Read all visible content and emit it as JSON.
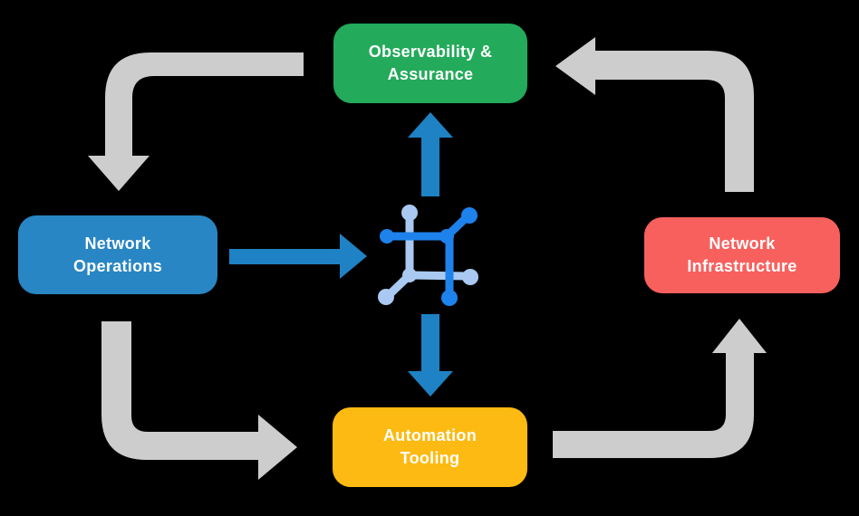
{
  "diagram": {
    "background_color": "#000000",
    "text_color": "#FFFFFF",
    "nodes": [
      {
        "id": "observability-assurance",
        "label": "Observability &\nAssurance",
        "color": "#23AA5A"
      },
      {
        "id": "network-operations",
        "label": "Network\nOperations",
        "color": "#2886C4"
      },
      {
        "id": "network-infrastructure",
        "label": "Network\nInfrastructure",
        "color": "#F8605E"
      },
      {
        "id": "automation-tooling",
        "label": "Automation\nTooling",
        "color": "#FCBA12"
      }
    ],
    "center_icon": {
      "name": "network-topology-icon",
      "primary_color": "#1E82EC",
      "secondary_color": "#A9C9F2"
    },
    "arrows": {
      "gray_color": "#CDCDCD",
      "blue_color": "#1E82C4",
      "flows": [
        {
          "from": "Observability & Assurance",
          "to": "Network Operations",
          "style": "gray"
        },
        {
          "from": "Network Infrastructure",
          "to": "Observability & Assurance",
          "style": "gray"
        },
        {
          "from": "Network Operations",
          "to": "Automation Tooling",
          "style": "gray"
        },
        {
          "from": "Automation Tooling",
          "to": "Network Infrastructure",
          "style": "gray"
        },
        {
          "from": "Network Operations",
          "to": "center-icon",
          "style": "blue"
        },
        {
          "from": "center-icon",
          "to": "Observability & Assurance",
          "style": "blue"
        },
        {
          "from": "center-icon",
          "to": "Automation Tooling",
          "style": "blue"
        }
      ]
    }
  }
}
